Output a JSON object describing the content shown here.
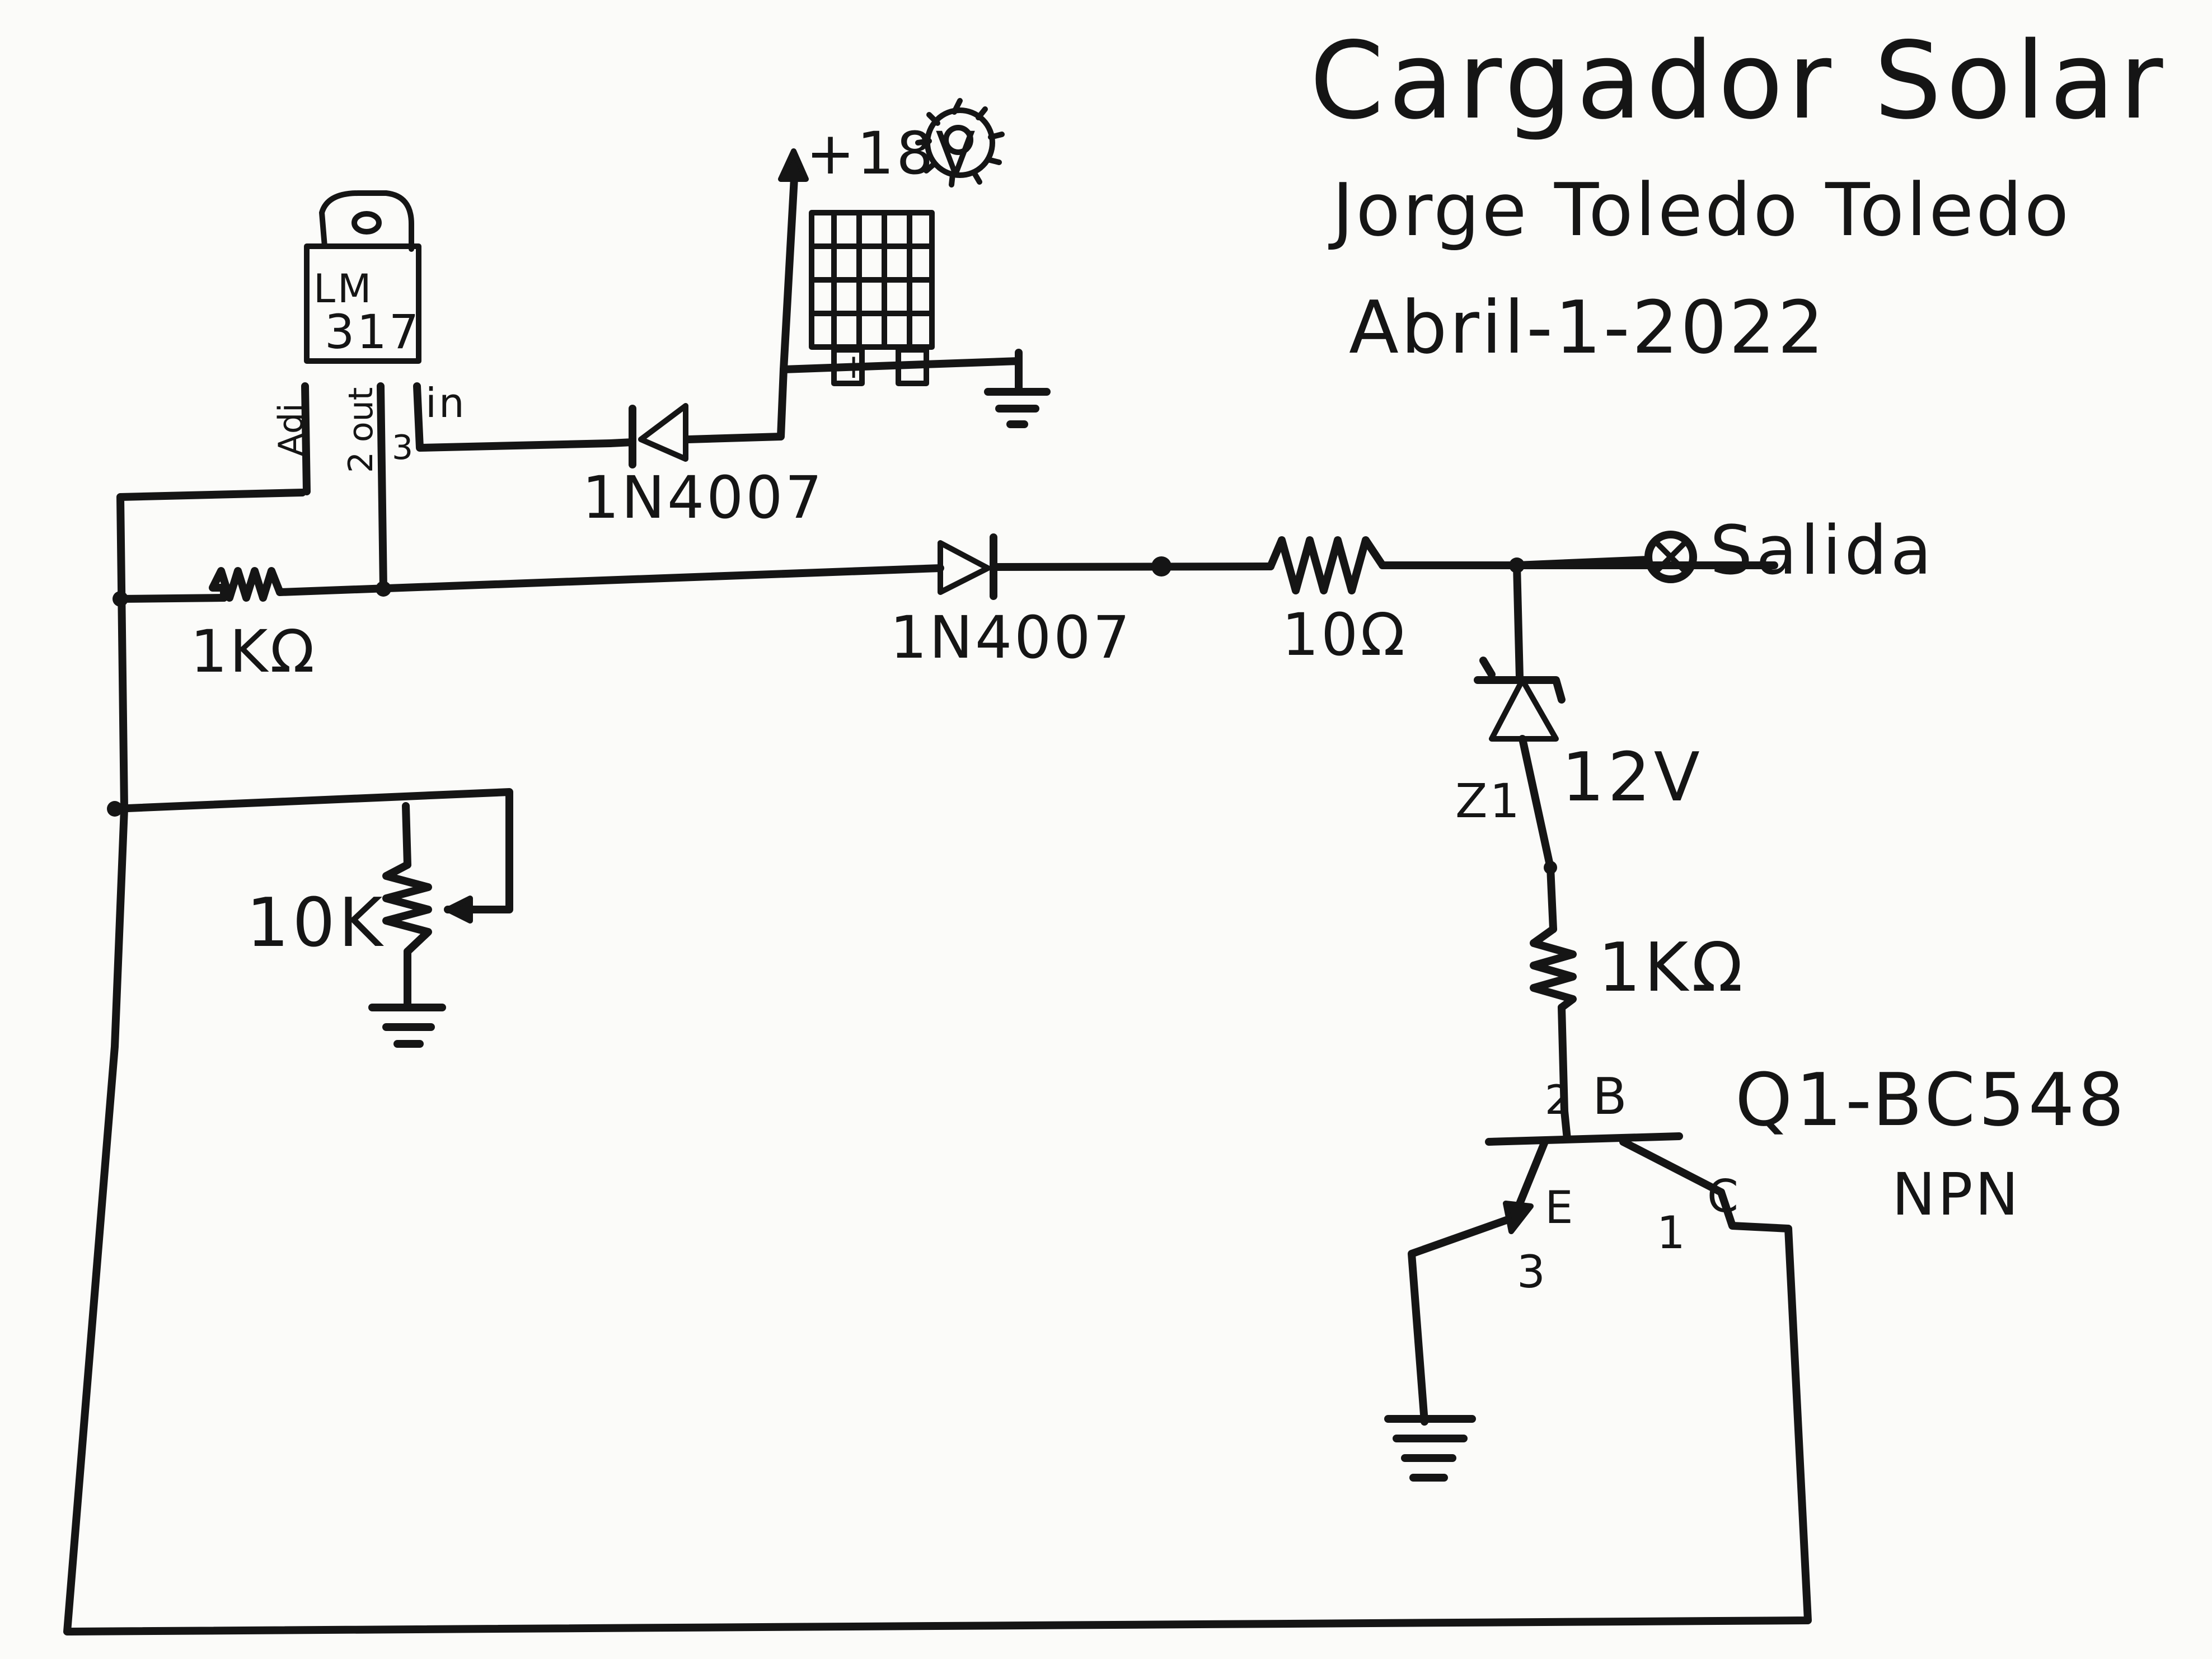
{
  "header": {
    "title": "Cargador Solar",
    "author": "Jorge Toledo Toledo",
    "date": "Abril-1-2022"
  },
  "regulator": {
    "label_top": "LM",
    "label_bottom": "317",
    "pin_adj": "Adj",
    "pin_out": "out",
    "pin_2": "2",
    "pin_3": "3",
    "pin_in": "in"
  },
  "panel": {
    "voltage": "+18V",
    "plus": "+",
    "minus": "-"
  },
  "components": {
    "diode_input": "1N4007",
    "diode_main": "1N4007",
    "r1": "1KΩ",
    "r2": "10Ω",
    "r3": "1KΩ",
    "pot": "10K"
  },
  "zener": {
    "ref": "Z1",
    "voltage": "12V"
  },
  "output": {
    "label": "Salida"
  },
  "transistor": {
    "part": "Q1-BC548",
    "type": "NPN",
    "base": "B",
    "emitter": "E",
    "collector": "C",
    "pin_base": "2",
    "pin_emitter": "3",
    "pin_collector": "1"
  }
}
